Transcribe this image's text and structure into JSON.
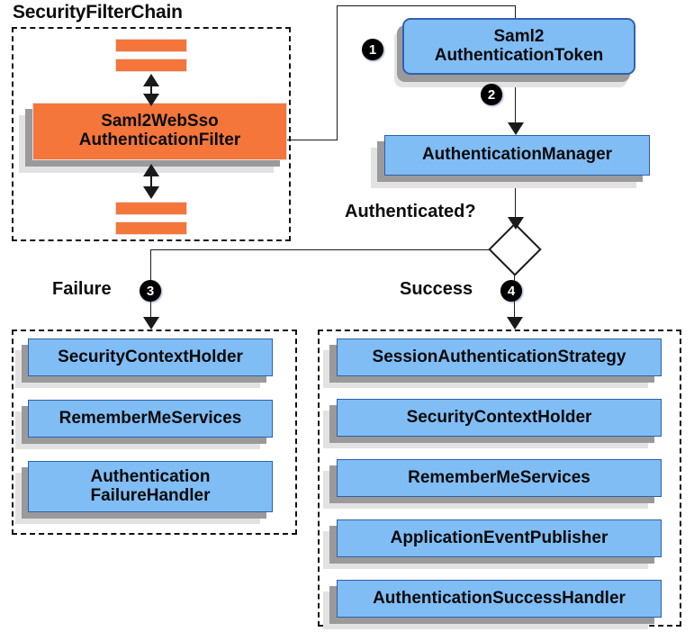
{
  "diagram": {
    "title_text": "SecurityFilterChain",
    "colors": {
      "blue_node": "#80bdf5",
      "blue_border": "#3460b0",
      "orange_node": "#f4763b",
      "shadow_dark": "#9a9a9a",
      "shadow_light": "#e2e2e2",
      "line": "#1a1a1a",
      "badge": "#000000",
      "background": "#ffffff"
    },
    "filter_chain": {
      "title": "SecurityFilterChain",
      "filter_bars": [
        "",
        "",
        "",
        ""
      ],
      "main_filter": {
        "line1": "Saml2WebSso",
        "line2": "AuthenticationFilter"
      }
    },
    "flow": {
      "token": {
        "line1": "Saml2",
        "line2": "AuthenticationToken"
      },
      "manager": {
        "label": "AuthenticationManager"
      },
      "decision_label": "Authenticated?",
      "failure_label": "Failure",
      "success_label": "Success"
    },
    "badges": {
      "one": "❶",
      "two": "❷",
      "three": "❸",
      "four": "❹",
      "one_num": "1",
      "two_num": "2",
      "three_num": "3",
      "four_num": "4"
    },
    "failure_branch": {
      "items": [
        {
          "line1": "SecurityContextHolder",
          "line2": ""
        },
        {
          "line1": "RememberMeServices",
          "line2": ""
        },
        {
          "line1": "Authentication",
          "line2": "FailureHandler"
        }
      ]
    },
    "success_branch": {
      "items": [
        {
          "line1": "SessionAuthenticationStrategy",
          "line2": ""
        },
        {
          "line1": "SecurityContextHolder",
          "line2": ""
        },
        {
          "line1": "RememberMeServices",
          "line2": ""
        },
        {
          "line1": "ApplicationEventPublisher",
          "line2": ""
        },
        {
          "line1": "AuthenticationSuccessHandler",
          "line2": ""
        }
      ]
    }
  }
}
